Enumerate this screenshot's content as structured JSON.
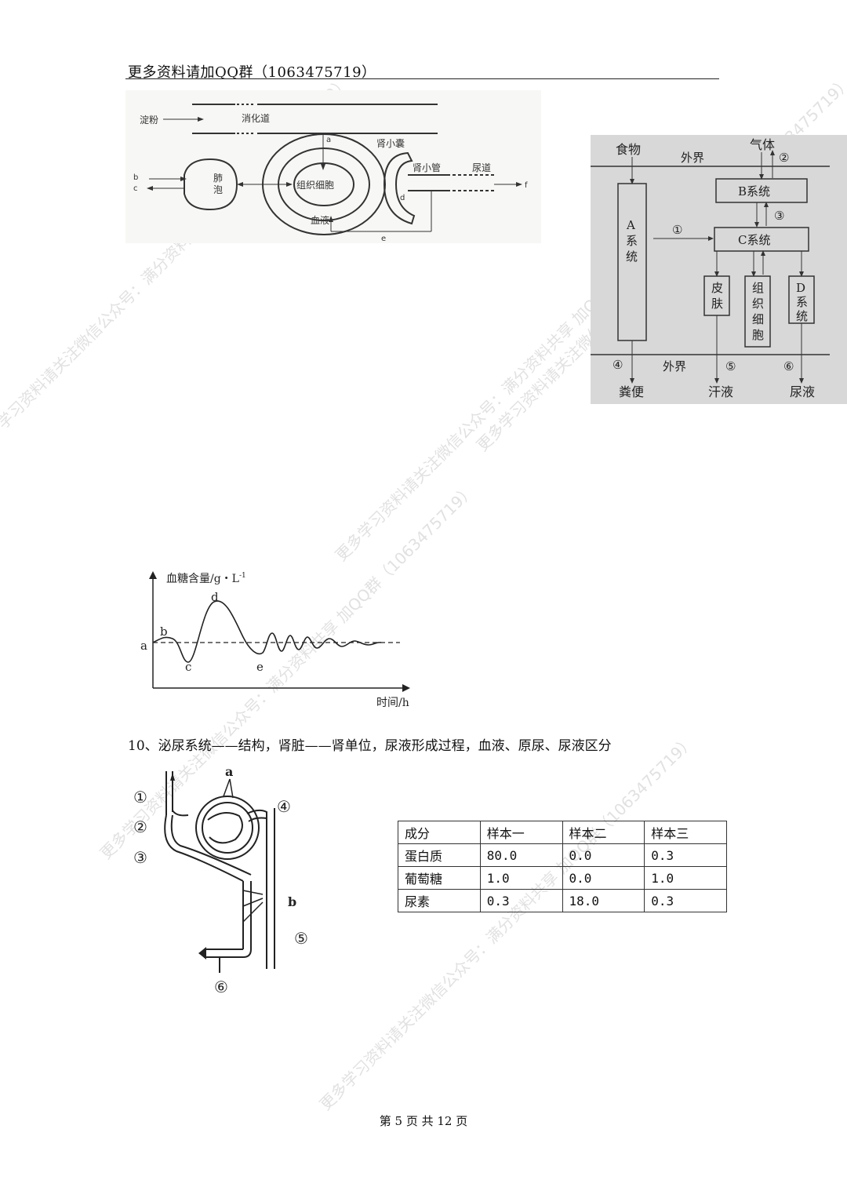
{
  "header": {
    "text": "更多资料请加QQ群（1063475719）"
  },
  "diagram1": {
    "labels": {
      "starch": "淀粉",
      "digestive_tract": "消化道",
      "a": "a",
      "glomerular_capsule": "肾小囊",
      "b": "b",
      "c": "c",
      "alveolus_1": "肺",
      "alveolus_2": "泡",
      "tissue_cell": "组织细胞",
      "renal_tubule": "肾小管",
      "urethra": "尿道",
      "f": "f",
      "d": "d",
      "blood": "血液",
      "e": "e"
    }
  },
  "diagram2": {
    "labels": {
      "food": "食物",
      "gas": "气体",
      "outside_top": "外界",
      "n2": "②",
      "b_system": "B系统",
      "n3": "③",
      "n1": "①",
      "a_system": [
        "A",
        "系",
        "统"
      ],
      "c_system": "C系统",
      "skin": [
        "皮",
        "肤"
      ],
      "tissue": [
        "组",
        "织",
        "细",
        "胞"
      ],
      "d_system": [
        "D",
        "系",
        "统"
      ],
      "n4": "④",
      "outside_bottom": "外界",
      "n5": "⑤",
      "n6": "⑥",
      "feces": "粪便",
      "sweat": "汗液",
      "urine": "尿液"
    }
  },
  "chart_data": {
    "type": "line",
    "ylabel": "血糖含量/g・L",
    "ylabel_sup": "-1",
    "xlabel": "时间/h",
    "baseline_label": "a",
    "point_labels": [
      "b",
      "c",
      "d",
      "e"
    ]
  },
  "section10": {
    "title": "10、泌尿系统——结构，肾脏——肾单位，尿液形成过程，血液、原尿、尿液区分"
  },
  "nephron": {
    "labels": {
      "n1": "①",
      "n2": "②",
      "n3": "③",
      "n4": "④",
      "n5": "⑤",
      "n6": "⑥",
      "a": "a",
      "b": "b"
    }
  },
  "table": {
    "headers": [
      "成分",
      "样本一",
      "样本二",
      "样本三"
    ],
    "rows": [
      [
        "蛋白质",
        "80.0",
        "0.0",
        "0.3"
      ],
      [
        "葡萄糖",
        "1.0",
        "0.0",
        "1.0"
      ],
      [
        "尿素",
        "0.3",
        "18.0",
        "0.3"
      ]
    ]
  },
  "footer": {
    "text": "第 5 页 共 12 页"
  },
  "watermarks": [
    "更多学习资料请关注微信公众号：满分资料共享  加QQ群（1063475719）",
    "更多学习资料请关注微信公众号：满分资料共享  加QQ群（1063475719）",
    "更多学习资料请关注微信公众号：满分资料共享  加QQ群（1063475719）",
    "更多学习资料请关注微信公众号：满分资料共享  加QQ群（1063475719）",
    "更多学习资料请关注微信公众号：满分资料共享  加QQ群（1063475719）"
  ]
}
